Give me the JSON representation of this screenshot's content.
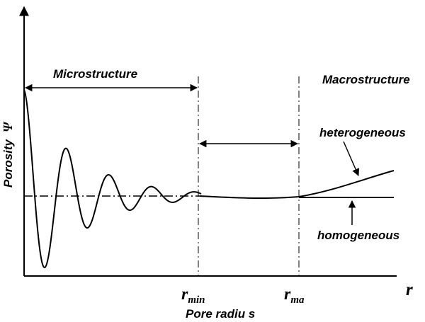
{
  "diagram": {
    "region_labels": {
      "microstructure": "Microstructure",
      "macrostructure": "Macrostructure"
    },
    "curve_labels": {
      "heterogeneous": "heterogeneous",
      "homogeneous": "homogeneous"
    },
    "axes": {
      "y_label": "Porosity",
      "y_symbol": "Ψ",
      "x_label": "Pore radiu s",
      "x_symbol": "r"
    },
    "ticks": {
      "r_min_base": "r",
      "r_min_sub": "min",
      "r_max_base": "r",
      "r_max_sub": "ma"
    }
  }
}
